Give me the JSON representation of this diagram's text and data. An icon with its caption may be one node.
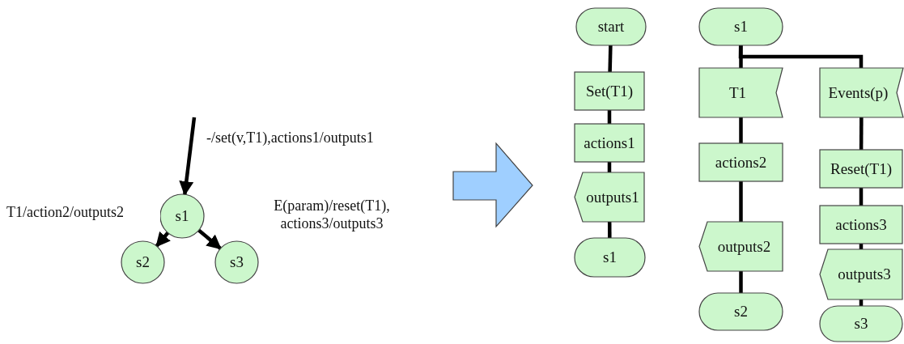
{
  "diagram": {
    "nodes": [
      {
        "text": [
          "s1"
        ]
      },
      {
        "text": [
          "s2"
        ]
      },
      {
        "text": [
          "s3"
        ]
      },
      {
        "text": [
          "start"
        ]
      },
      {
        "text": [
          "Set(T1)"
        ]
      },
      {
        "text": [
          "actions1"
        ]
      },
      {
        "text": [
          "outputs1"
        ]
      },
      {
        "text": [
          "s1"
        ]
      },
      {
        "text": [
          "s1"
        ]
      },
      {
        "text": [
          "T1"
        ]
      },
      {
        "text": [
          "actions2"
        ]
      },
      {
        "text": [
          "outputs2"
        ]
      },
      {
        "text": [
          "s2"
        ]
      },
      {
        "text": [
          "Events(p)"
        ]
      },
      {
        "text": [
          "Reset(T1)"
        ]
      },
      {
        "text": [
          "actions3"
        ]
      },
      {
        "text": [
          "outputs3"
        ]
      },
      {
        "text": [
          "s3"
        ]
      }
    ],
    "edges": [
      {
        "from": null,
        "to": 0,
        "arrow": "to",
        "label": "-/set(v,T1),actions1/outputs1"
      },
      {
        "from": 0,
        "to": 1,
        "arrow": "to",
        "label": "T1/action2/outputs2"
      },
      {
        "from": 0,
        "to": 2,
        "arrow": "to",
        "label": "E(param)/reset(T1), actions3/outputs3"
      },
      {
        "from": 3,
        "to": 4,
        "arrow": "none"
      },
      {
        "from": 4,
        "to": 5,
        "arrow": "none"
      },
      {
        "from": 5,
        "to": 6,
        "arrow": "none"
      },
      {
        "from": 6,
        "to": 7,
        "arrow": "none"
      },
      {
        "from": 8,
        "to": 9,
        "arrow": "none"
      },
      {
        "from": 8,
        "to": 13,
        "arrow": "none"
      },
      {
        "from": 9,
        "to": 10,
        "arrow": "none"
      },
      {
        "from": 10,
        "to": 11,
        "arrow": "none"
      },
      {
        "from": 11,
        "to": 12,
        "arrow": "none"
      },
      {
        "from": 13,
        "to": 14,
        "arrow": "none"
      },
      {
        "from": 14,
        "to": 15,
        "arrow": "none"
      },
      {
        "from": 15,
        "to": 16,
        "arrow": "none"
      },
      {
        "from": 16,
        "to": 17,
        "arrow": "none"
      }
    ]
  }
}
